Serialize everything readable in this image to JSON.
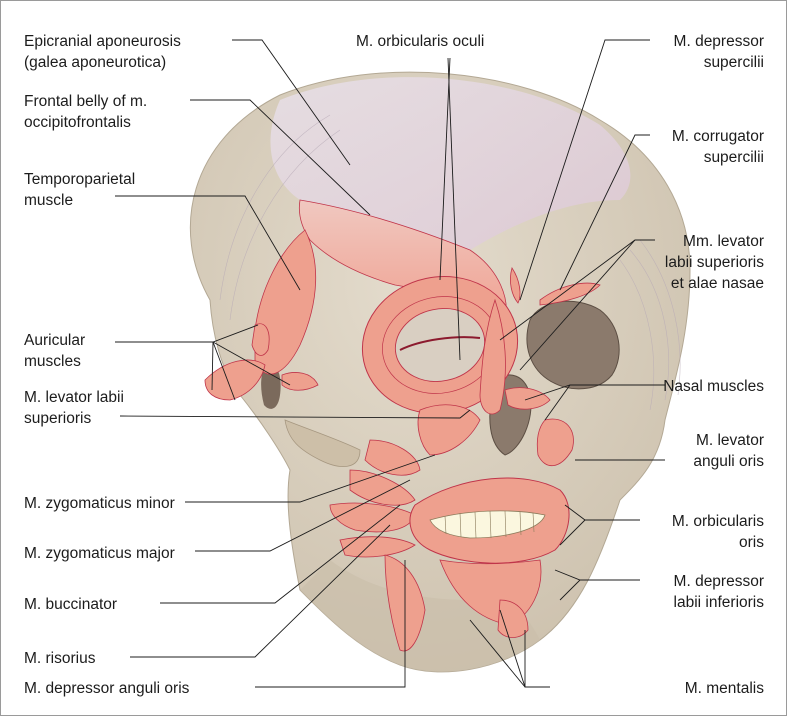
{
  "labels": {
    "epicranial": [
      "Epicranial aponeurosis",
      "(galea aponeurotica)"
    ],
    "frontal": [
      "Frontal belly of m.",
      "occipitofrontalis"
    ],
    "temporoparietal": [
      "Temporoparietal",
      "muscle"
    ],
    "auricular": [
      "Auricular",
      "muscles"
    ],
    "levator_labii_sup": [
      "M. levator labii",
      "superioris"
    ],
    "zyg_minor": [
      "M. zygomaticus minor"
    ],
    "zyg_major": [
      "M. zygomaticus major"
    ],
    "buccinator": [
      "M. buccinator"
    ],
    "risorius": [
      "M. risorius"
    ],
    "depressor_anguli": [
      "M. depressor anguli oris"
    ],
    "orbicularis_oculi": [
      "M. orbicularis oculi"
    ],
    "depressor_supercilii": [
      "M. depressor",
      "supercilii"
    ],
    "corrugator": [
      "M. corrugator",
      "supercilii"
    ],
    "levator_alae": [
      "Mm. levator",
      "labii superioris",
      "et alae nasae"
    ],
    "nasal": [
      "Nasal muscles"
    ],
    "levator_anguli": [
      "M. levator",
      "anguli oris"
    ],
    "orbicularis_oris": [
      "M. orbicularis",
      "oris"
    ],
    "depressor_labii_inf": [
      "M. depressor",
      "labii inferioris"
    ],
    "mentalis": [
      "M. mentalis"
    ]
  },
  "colors": {
    "skull": "#d9d0c0",
    "skull_shadow": "#c4b9a6",
    "aponeurosis": "#e6dbe3",
    "muscle": "#eea08e",
    "muscle_line": "#c0354a",
    "fiber": "#9a8aa0",
    "bone_dark": "#8a7a6a",
    "teeth": "#fbf7df",
    "border": "#888888"
  }
}
